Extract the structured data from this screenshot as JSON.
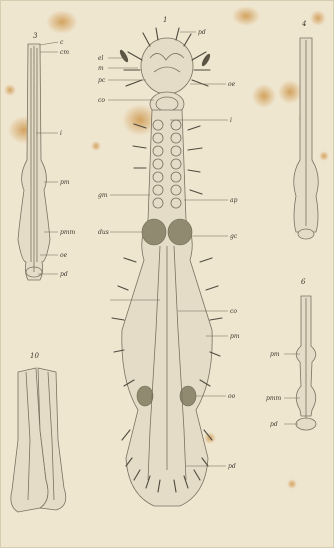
{
  "colors": {
    "paper": "#efe6d0",
    "stain": "#c98c3a",
    "ink": "#3a332a",
    "gland": "#8f8a70"
  },
  "figure_numbers": {
    "fig3": "3",
    "fig1": "1",
    "fig4": "4",
    "fig6": "6",
    "fig10": "10"
  },
  "labels": {
    "fig1": [
      "pd",
      "el",
      "m",
      "pc",
      "co",
      "i",
      "oe",
      "ap",
      "dus",
      "gc",
      "gm",
      "co",
      "pm",
      "oo",
      "pd"
    ],
    "fig3": [
      "c",
      "cm",
      "i",
      "pm",
      "pmm",
      "oe",
      "pd"
    ],
    "fig6": [
      "pm",
      "pmm",
      "pd"
    ]
  }
}
